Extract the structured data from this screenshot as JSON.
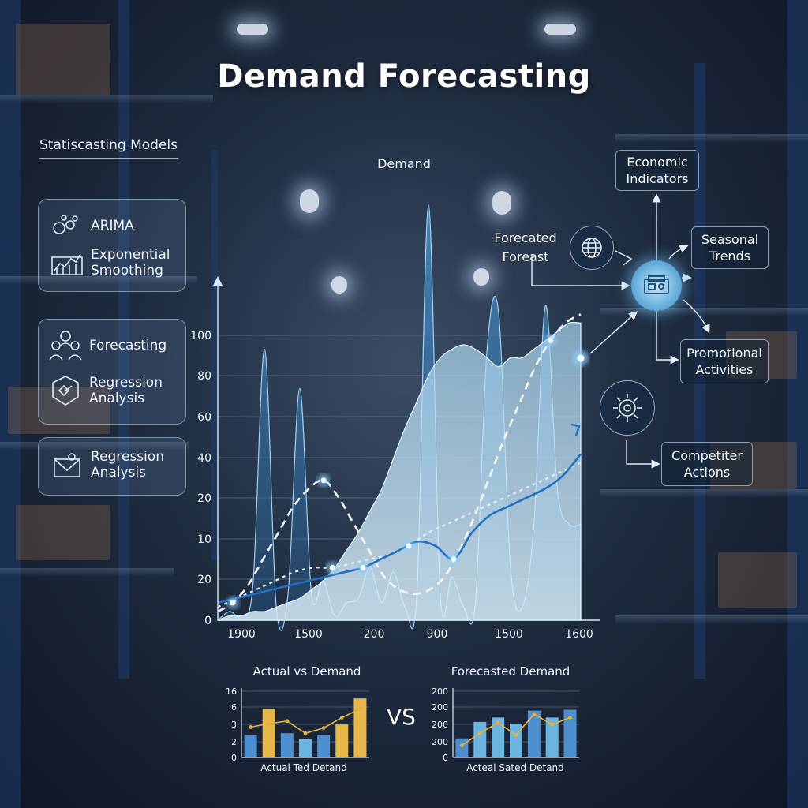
{
  "title": "Demand Forecasting",
  "models_heading": "Statiscasting Models",
  "panels": [
    {
      "items": [
        {
          "icon": "network-nodes-icon",
          "label": "ARIMA"
        },
        {
          "icon": "trend-chart-icon",
          "label": "Exponential\nSmoothing"
        }
      ]
    },
    {
      "items": [
        {
          "icon": "people-group-icon",
          "label": "Forecasting"
        },
        {
          "icon": "shield-badge-icon",
          "label": "Regression\nAnalysis"
        }
      ]
    },
    {
      "items": [
        {
          "icon": "envelope-icon",
          "label": "Regression\nAnalysis"
        }
      ]
    }
  ],
  "diagram": {
    "forecasted_label": "Forecated\nForeast",
    "economic": "Economic\nIndicators",
    "seasonal": "Seasonal\nTrends",
    "promotional": "Promotional\nActivities",
    "competitor": "Competiter\nActions",
    "globe_icon": "globe-icon",
    "hub_icon": "data-hub-icon",
    "target_icon": "target-gear-icon"
  },
  "chart_data": [
    {
      "type": "area",
      "title": "Demand",
      "xlabel": "",
      "ylabel": "",
      "y_ticks": [
        "0",
        "20",
        "10",
        "20",
        "40",
        "60",
        "80",
        "100"
      ],
      "x_ticks": [
        "1900",
        "1500",
        "200",
        "900",
        "1500",
        "1600"
      ],
      "series": [
        {
          "values": [
            0,
            2,
            1,
            8,
            62,
            3,
            6,
            53,
            6,
            9,
            1,
            4,
            5,
            12,
            4,
            11,
            3,
            6,
            95,
            6,
            10,
            3,
            4,
            62,
            70,
            12,
            3,
            22,
            72,
            30,
            22,
            22
          ]
        },
        {
          "values": [
            0,
            1,
            1,
            2,
            2,
            3,
            4,
            5,
            7,
            9,
            12,
            16,
            20,
            25,
            30,
            37,
            44,
            50,
            56,
            60,
            62,
            63,
            62,
            60,
            58,
            60,
            60,
            62,
            64,
            66,
            68,
            68
          ]
        }
      ],
      "trend_lines": [
        {
          "style": "dashed",
          "values": [
            2,
            4,
            8,
            14,
            20,
            26,
            30,
            32,
            28,
            22,
            16,
            10,
            7,
            6,
            7,
            10,
            16,
            24,
            33,
            42,
            50,
            58,
            64,
            68,
            70
          ]
        },
        {
          "style": "dotted",
          "values": [
            3,
            5,
            7,
            9,
            11,
            12,
            12,
            13,
            14,
            15,
            17,
            20,
            22,
            24,
            26,
            28,
            30,
            32,
            34,
            36
          ]
        },
        {
          "style": "solid",
          "values": [
            4,
            5,
            6,
            7,
            8,
            9,
            10,
            11,
            12,
            14,
            16,
            18,
            17,
            14,
            20,
            24,
            26,
            28,
            30,
            33,
            38
          ]
        }
      ]
    },
    {
      "type": "bar",
      "title": "Actual vs Demand",
      "xlabel": "Actual Ted Detand",
      "y_ticks": [
        "0",
        "2",
        "3",
        "6",
        "16"
      ],
      "values": [
        2.6,
        5.6,
        2.8,
        2.1,
        2.6,
        3.8,
        6.8
      ],
      "line_values": [
        3.5,
        3.9,
        4.2,
        2.8,
        3.4,
        4.6,
        5.6
      ],
      "bar_colors": [
        "#4d8fcf",
        "#e6b84a",
        "#4d8fcf",
        "#6cb5e0",
        "#4d8fcf",
        "#e6b84a",
        "#e6b84a"
      ],
      "line_color": "#e8b13c"
    },
    {
      "type": "bar",
      "title": "Forecasted Demand",
      "xlabel": "Acteal Sated Detand",
      "y_ticks": [
        "0",
        "200",
        "200",
        "200",
        "200"
      ],
      "values": [
        2.2,
        4.1,
        4.6,
        3.9,
        5.4,
        4.6,
        5.5
      ],
      "line_values": [
        1.4,
        2.8,
        4.0,
        2.6,
        5.0,
        3.8,
        4.6
      ],
      "bar_colors": [
        "#4d8fcf",
        "#6cb5e0",
        "#6cb5e0",
        "#6cb5e0",
        "#4d8fcf",
        "#6cb5e0",
        "#4d8fcf"
      ],
      "line_color": "#e8b13c"
    }
  ],
  "vs_label": "VS"
}
